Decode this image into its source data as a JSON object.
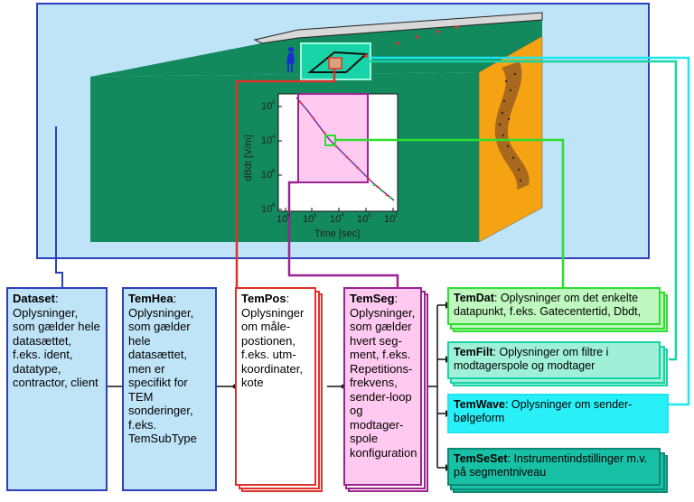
{
  "plot": {
    "ylabel": "dBdt [V/m]",
    "xlabel": "Time [sec]",
    "y_ticks": [
      "10",
      "10",
      "10",
      "10"
    ],
    "y_exps": [
      "-2",
      "-4",
      "-6",
      "-8"
    ],
    "x_ticks": [
      "10",
      "10",
      "10",
      "10",
      "10"
    ],
    "x_exps": [
      "-6",
      "-5",
      "-4",
      "-3",
      "-2"
    ]
  },
  "boxes": {
    "dataset": {
      "title": "Dataset",
      "text": ": Oplysninger, som gælder hele datasættet, f.eks. ident, datatype, contractor, client"
    },
    "temhea": {
      "title": "TemHea",
      "text": ": Oplysninger, som gælder hele datasættet, men er specifikt for TEM sonderinger, f.eks. TemSubType"
    },
    "tempos": {
      "title": "TemPos",
      "text": ": Oplysninger om måle-postionen, f.eks. utm-koordinater, kote"
    },
    "temseg": {
      "title": "TemSeg",
      "text": ": Oplysninger, som gælder hvert seg-ment, f.eks. Repetitions-frekvens, sender-loop og modtager-spole konfiguration"
    },
    "temdat": {
      "title": "TemDat",
      "text": ": Oplysninger om det enkelte datapunkt, f.eks. Gatecentertid, Dbdt,"
    },
    "temfilt": {
      "title": "TemFilt",
      "text": ": Oplysninger om filtre i modtagerspole og modtager"
    },
    "temwave": {
      "title": "TemWave",
      "text": ": Oplysninger om sender-bølgeform"
    },
    "temseset": {
      "title": "TemSeSet",
      "text": ": Instrumentindstillinger m.v. på segmentniveau"
    }
  },
  "colors": {
    "sky": "#bfe3f7",
    "ground": "#138a5e",
    "orange": "#f5a312",
    "blue": "#2b3fbf",
    "red": "#e0312a",
    "purple": "#9b2491",
    "green": "#2fdd2f",
    "mint": "#19d3a8",
    "cyan": "#1ee6f0",
    "teal": "#12a88a",
    "pink_fill": "#ffc9f0",
    "teal_fill": "#18c0a6",
    "cyan_fill": "#29f0f7"
  }
}
